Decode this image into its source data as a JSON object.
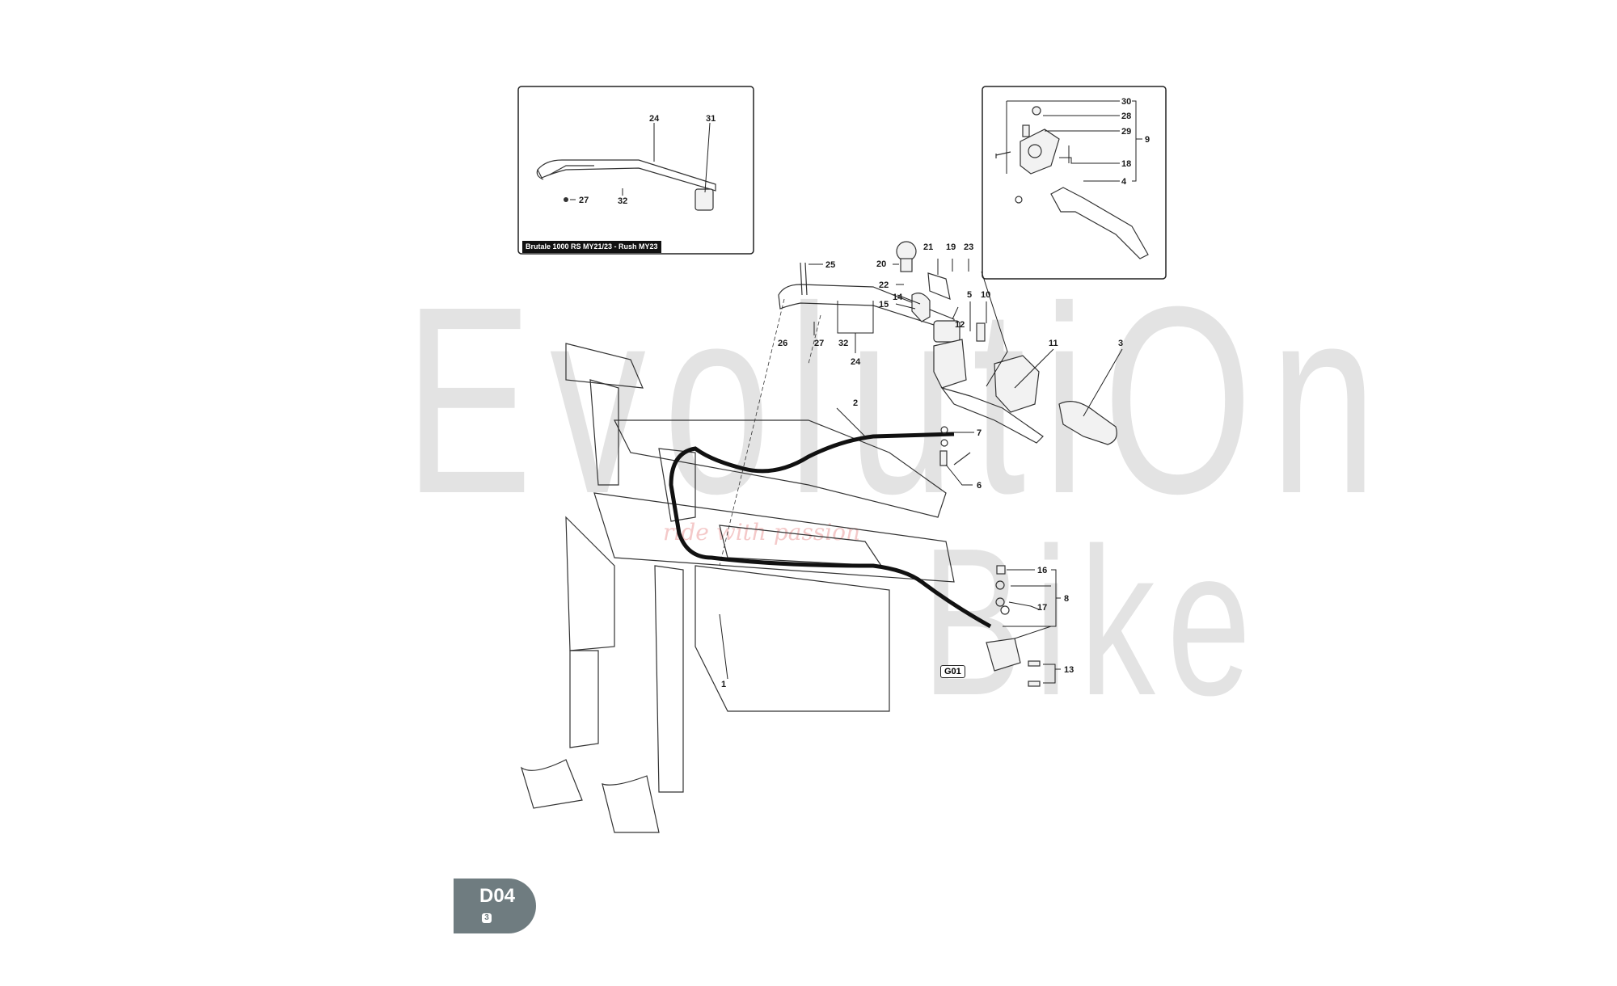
{
  "watermark": {
    "line1": "EvolutiOn",
    "line2": "Bike",
    "script_text": "ride with passion"
  },
  "inset_left": {
    "caption": "Brutale 1000 RS MY21/23 - Rush MY23"
  },
  "section": {
    "code": "D04",
    "sub": "3"
  },
  "reference": "G01",
  "labels": {
    "l1": "1",
    "l2": "2",
    "l3": "3",
    "l4": "4",
    "l5": "5",
    "l6": "6",
    "l7": "7",
    "l8": "8",
    "l9": "9",
    "l10": "10",
    "l11": "11",
    "l12": "12",
    "l13": "13",
    "l14": "14",
    "l15": "15",
    "l16": "16",
    "l17": "17",
    "l18": "18",
    "l19": "19",
    "l20": "20",
    "l21": "21",
    "l22": "22",
    "l23": "23",
    "l24": "24",
    "l25": "25",
    "l26": "26",
    "l27": "27",
    "l28": "28",
    "l29": "29",
    "l30": "30",
    "l31": "31",
    "l32": "32",
    "i24": "24",
    "i31": "31",
    "i27": "27",
    "i32": "32",
    "m24": "24",
    "m32": "32",
    "m17": "17"
  }
}
